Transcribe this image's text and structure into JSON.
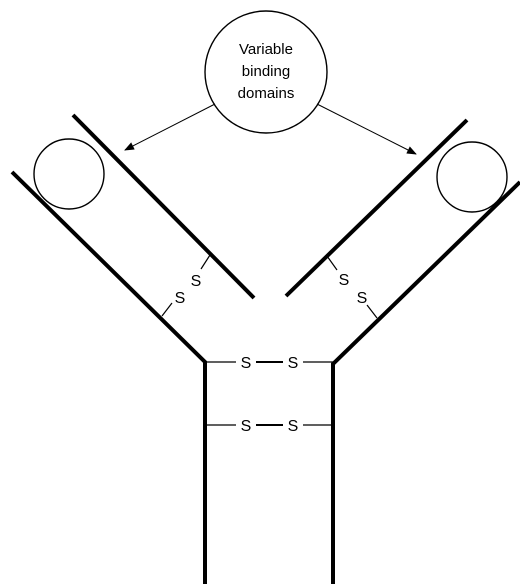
{
  "diagram": {
    "callout": {
      "line1": "Variable",
      "line2": "binding",
      "line3": "domains"
    },
    "bond_atom": "S"
  }
}
